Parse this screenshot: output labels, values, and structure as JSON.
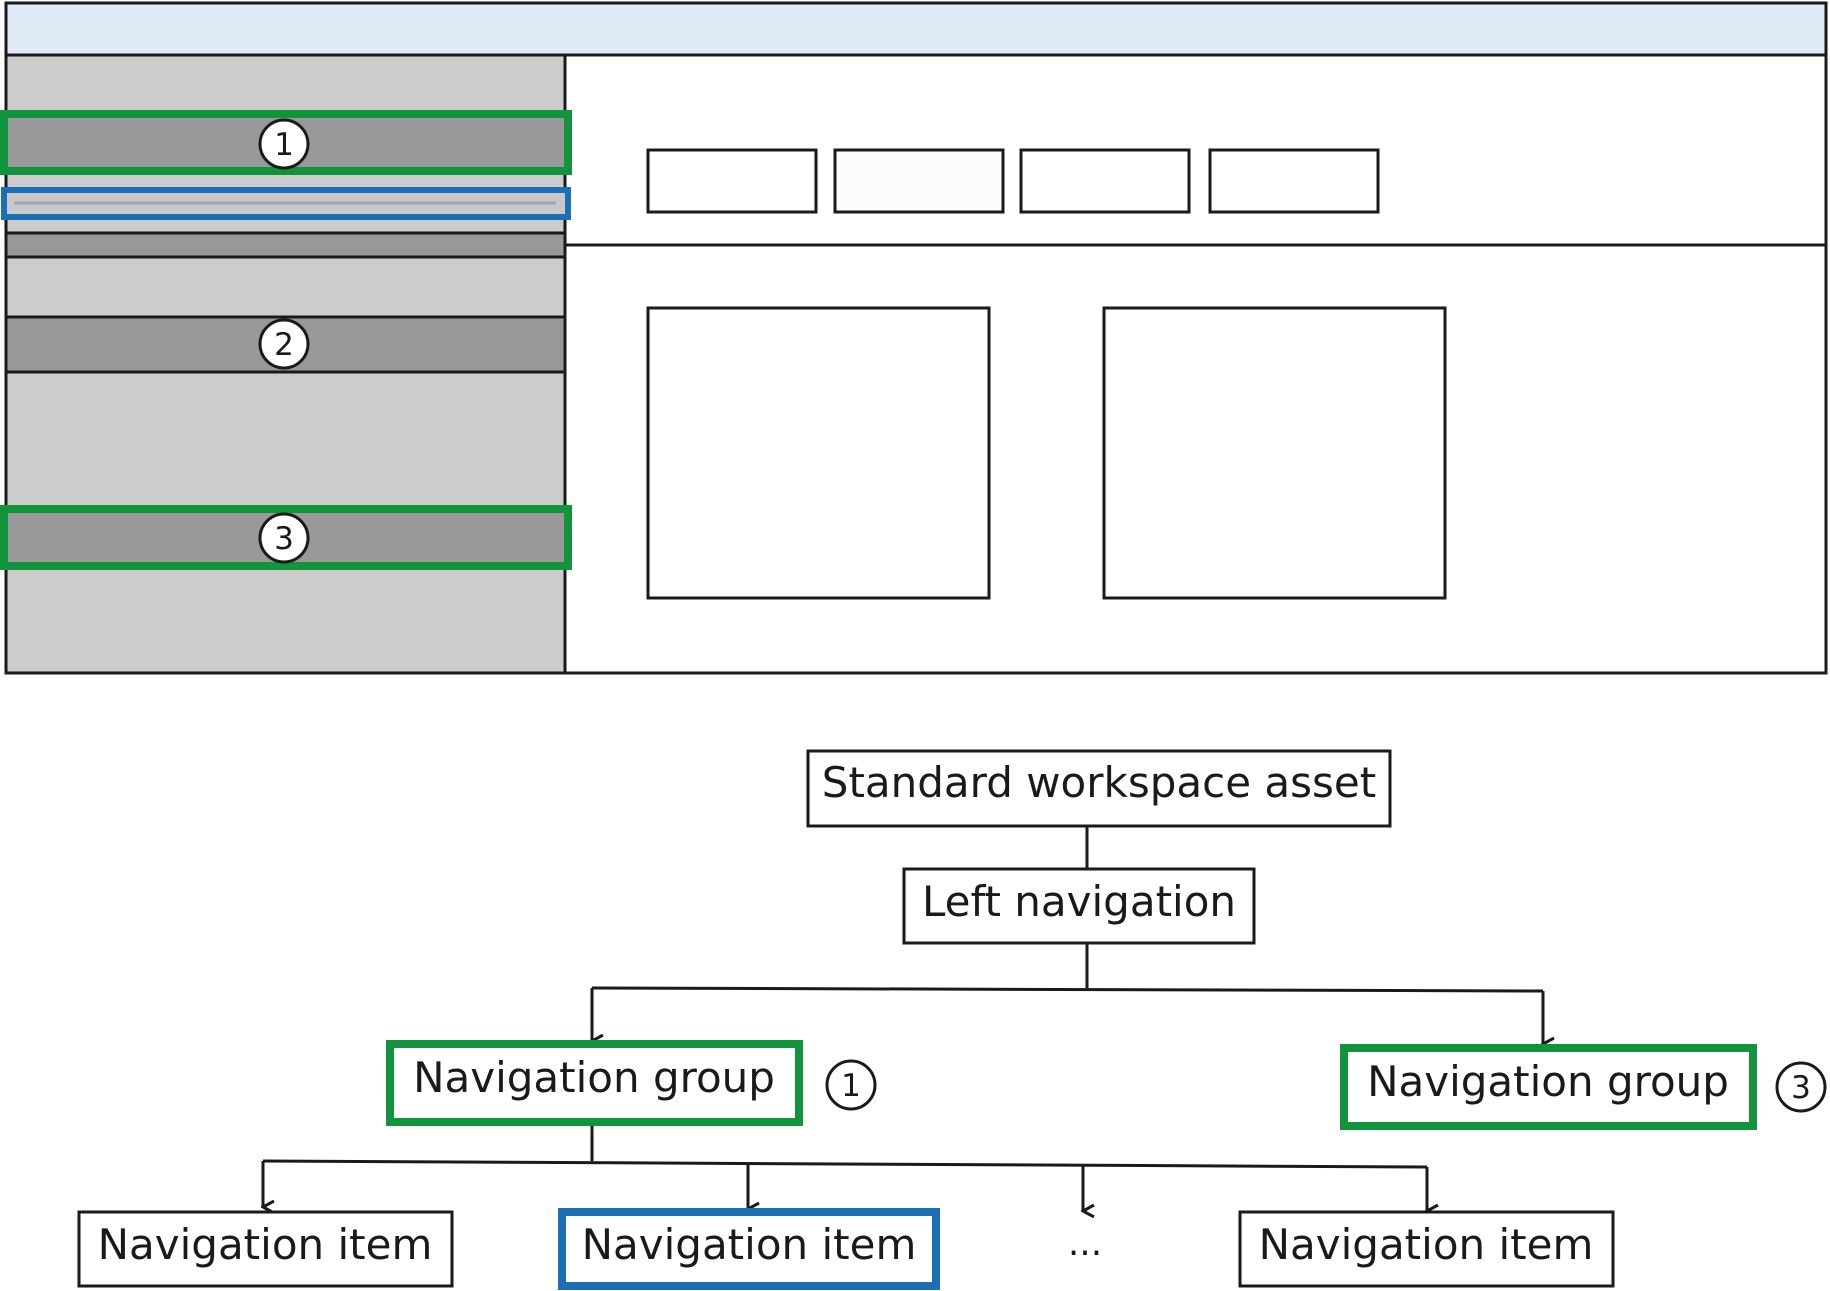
{
  "colors": {
    "titlebar": "#deeaf6",
    "sidebar": "#cccccc",
    "nav_bar": "#999999",
    "group_highlight": "#12943d",
    "item_highlight": "#1a6fb5",
    "stroke": "#1a1a1a"
  },
  "mockup": {
    "markers": [
      "1",
      "2",
      "3"
    ]
  },
  "tree": {
    "root": "Standard workspace asset",
    "left_nav": "Left navigation",
    "group_1": {
      "label": "Navigation group",
      "marker": "1"
    },
    "group_3": {
      "label": "Navigation group",
      "marker": "3"
    },
    "items": [
      "Navigation item",
      "Navigation item",
      "...",
      "Navigation item"
    ]
  }
}
